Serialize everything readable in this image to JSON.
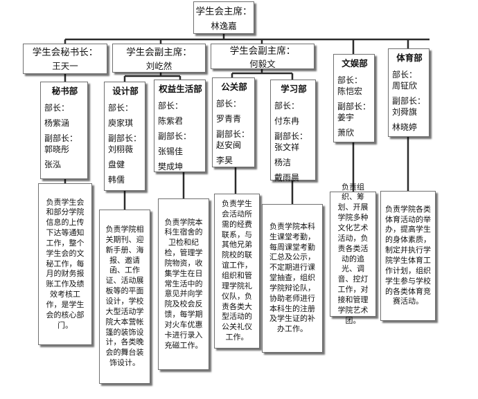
{
  "chairman": {
    "title": "学生会主席：",
    "name": "林逸嘉"
  },
  "leaders": [
    {
      "title": "学生会秘书长：",
      "name": "王天一"
    },
    {
      "title": "学生会副主席：",
      "name": "刘屹然"
    },
    {
      "title": "学生会副主席：",
      "name": "何毅文"
    }
  ],
  "departments": [
    {
      "name": "秘书部",
      "lines": [
        "部长：",
        "杨紫涵",
        "副部长：",
        "郭晓彤",
        "张泓"
      ],
      "desc": "负责学生会和部分学院信息的上传下达等通知工作，整个学生会的文秘工作，每月的财务报账工作及绩效考核工作，是学生会的核心部门。"
    },
    {
      "name": "设计部",
      "lines": [
        "部长：",
        "庾家琪",
        "副部长：",
        "刘栩薇",
        "盘健",
        "韩儒"
      ],
      "desc": "负责学院相关期刊、迎新手册、海报、邀请函、工作证、活动展板等的平面设计，学校大型活动学院大本营帐篷的装饰设计，各类晚会的舞台装饰设计。"
    },
    {
      "name": "权益生活部",
      "lines": [
        "部长：",
        "陈紫君",
        "副部长：",
        "张锡佳",
        "樊成坤"
      ],
      "desc": "负责学院本科生宿舍的卫检和纪检，管理学院物资，收集学生在日常生活中的意见并向学院及校会反馈，每学期对火车优惠卡进行录入充磁工作。"
    },
    {
      "name": "公关部",
      "lines": [
        "部长：",
        "罗青青",
        "副部长：",
        "赵安闽",
        "李昊"
      ],
      "desc": "负责学生会活动所需的经费联系，与其他兄弟院校的联谊工作，组织和管理学院礼仪队，负责各类大型活动的公关礼仪工作。"
    },
    {
      "name": "学习部",
      "lines": [
        "部长：",
        "付东冉",
        "副部长：",
        "张文祥",
        "杨洁",
        "戴雨晨"
      ],
      "desc": "负责学院本科生课堂考勤，每周课堂考勤汇总及公示，不定期进行课堂抽查，组织学院辩论队，协助老师进行本科生的注册及学生证的补办工作。"
    },
    {
      "name": "文娱部",
      "lines": [
        "部长：",
        "陈恺宏",
        "副部长：",
        "姜宇",
        "萧欣"
      ],
      "desc": "负责组织、筹划、开展学院多种文化艺术活动，负责各类活动的追光、调音、控灯工作，对接和管理学院艺术团。"
    },
    {
      "name": "体育部",
      "lines": [
        "部长：",
        "周钲欣",
        "副部长：",
        "刘舜旗",
        "林晓婷"
      ],
      "desc": "负责学院各类体育活动的举办，提高学生的身体素质，制定并执行学院学生体育工作计划，组织学生参与学校的各类体育竞赛活动。"
    }
  ]
}
